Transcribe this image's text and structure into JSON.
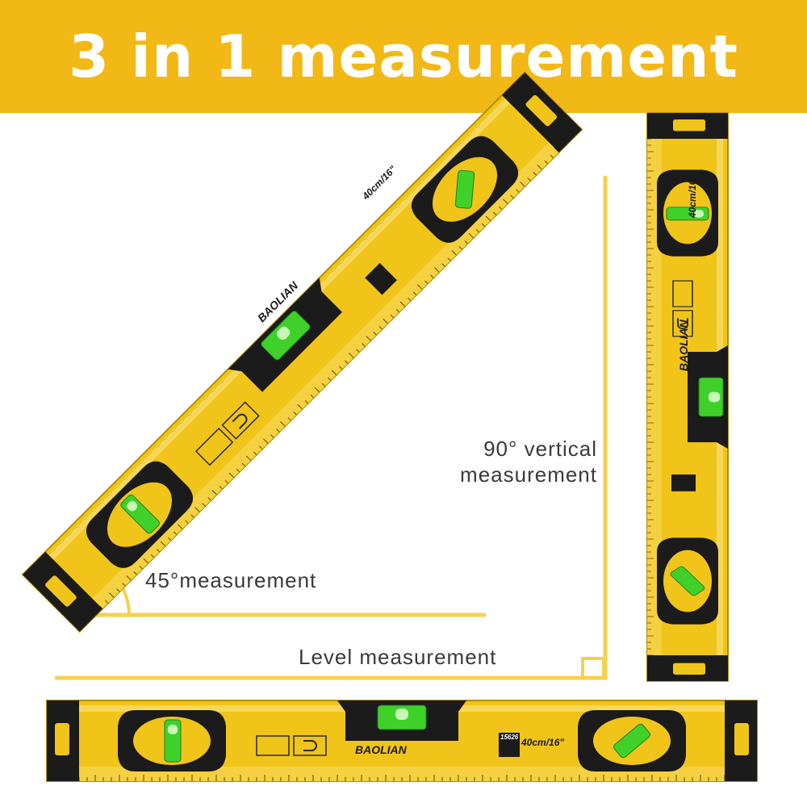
{
  "banner": {
    "title": "3 in 1 measurement",
    "background": "#f2b816"
  },
  "captions": {
    "vertical_line1": "90° vertical",
    "vertical_line2": "measurement",
    "angle": "45°measurement",
    "level": "Level measurement"
  },
  "level_tool": {
    "brand": "BAOLIAN",
    "size_label": "40cm/16\"",
    "model": "15626",
    "body_color": "#f0c419",
    "vial_color": "#3fd12a"
  },
  "guide_color": "#f7d04d"
}
